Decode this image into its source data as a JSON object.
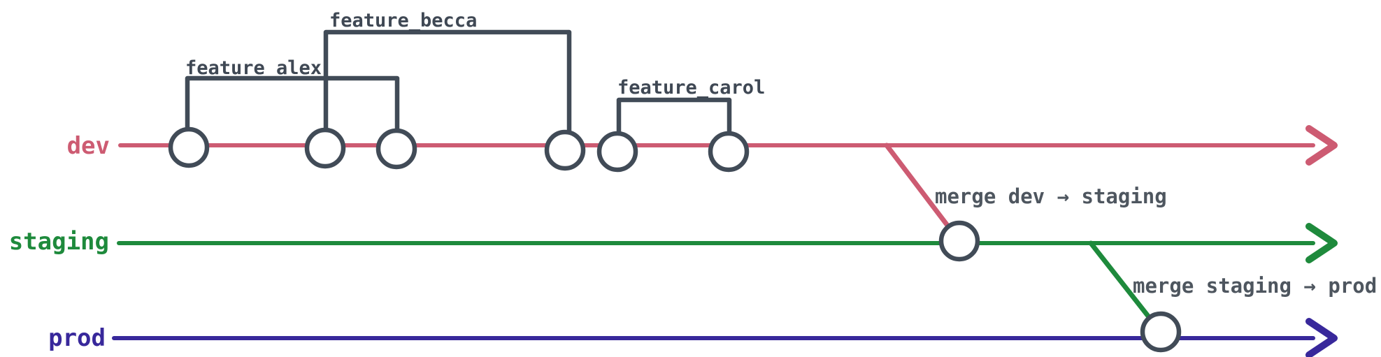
{
  "diagram": {
    "kind": "git-branching-diagram"
  },
  "colors": {
    "dev": "#cd5b72",
    "staging": "#1e8a3c",
    "prod": "#38289b",
    "node_stroke": "#414b57",
    "node_fill": "#ffffff",
    "bracket": "#414b57",
    "feature_label": "#3f4854",
    "merge_label": "#4e565f",
    "background": "#ffffff"
  },
  "branches": [
    {
      "label": "dev"
    },
    {
      "label": "staging"
    },
    {
      "label": "prod"
    }
  ],
  "features": [
    {
      "label": "feature_alex"
    },
    {
      "label": "feature_becca"
    },
    {
      "label": "feature_carol"
    }
  ],
  "merges": [
    {
      "label": "merge dev → staging"
    },
    {
      "label": "merge staging → prod"
    }
  ]
}
